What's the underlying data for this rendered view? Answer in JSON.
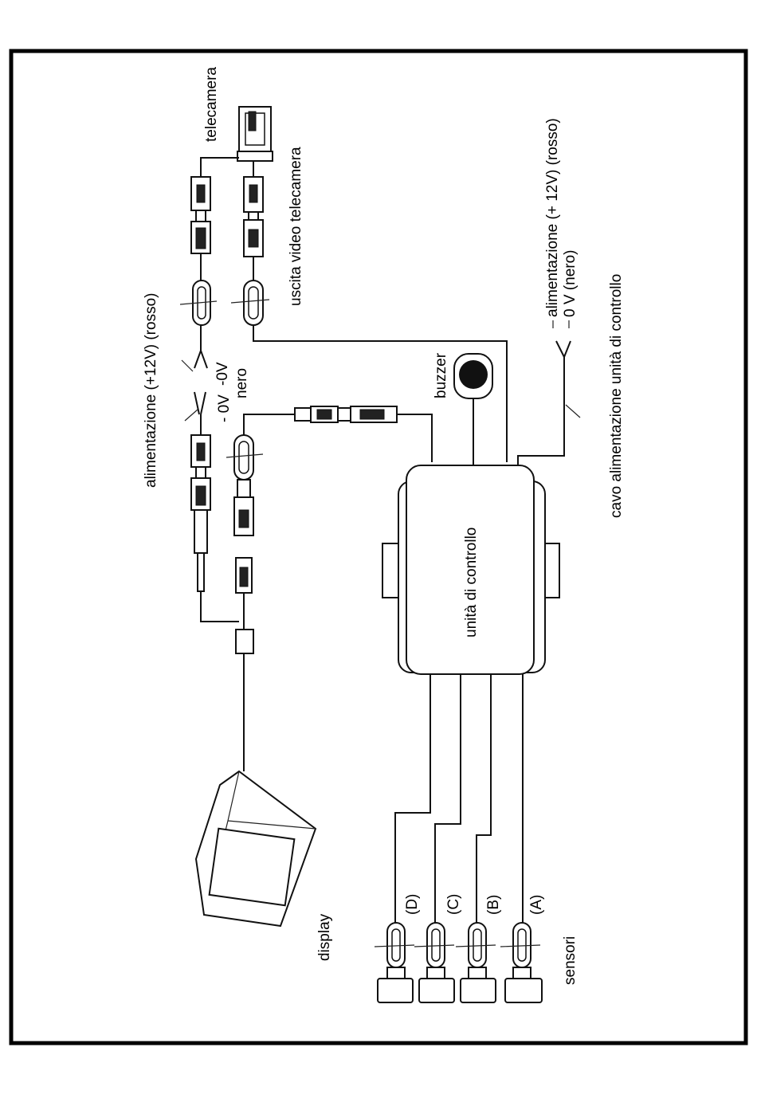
{
  "labels": {
    "camera": "telecamera",
    "camera_video_out": "uscita video telecamera",
    "power_display": "alimentazione (+12V) (rosso)",
    "zero_v_1": "-0V",
    "zero_v_2": "- 0V",
    "nero": "nero",
    "buzzer": "buzzer",
    "control_unit": "unità di controllo",
    "power_unit_1": "alimentazione (+ 12V) (rosso)",
    "power_unit_2": "0 V (nero)",
    "power_cable": "cavo alimentazione unità di controllo",
    "display": "display",
    "sensors": "sensori",
    "sensor_d": "(D)",
    "sensor_c": "(C)",
    "sensor_b": "(B)",
    "sensor_a": "(A)"
  }
}
